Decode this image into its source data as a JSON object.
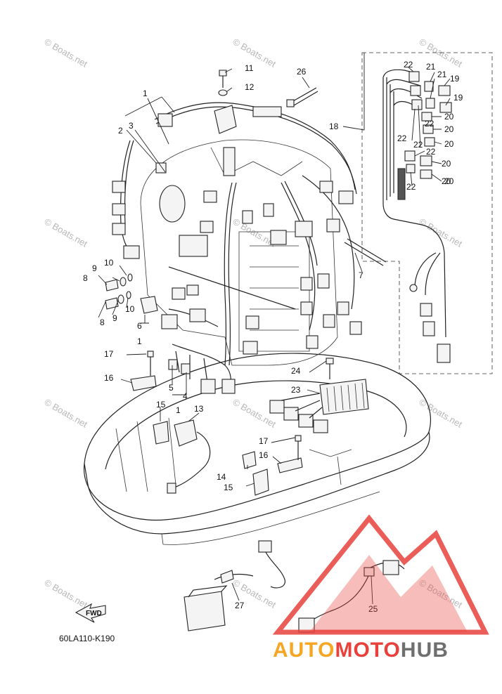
{
  "diagram_ref": "60LA110-K190",
  "fwd_label": "FWD",
  "watermark_text": "© Boats.net",
  "brand": {
    "part1": "AUTO",
    "part2": "MOTO",
    "part3": "HUB",
    "color_orange": "#f5a623",
    "color_red": "#e8413c",
    "color_gray": "#6f6f6f"
  },
  "callouts": [
    {
      "id": "c1a",
      "text": "1"
    },
    {
      "id": "c2",
      "text": "2"
    },
    {
      "id": "c3",
      "text": "3"
    },
    {
      "id": "c4",
      "text": "4"
    },
    {
      "id": "c5",
      "text": "5"
    },
    {
      "id": "c1b",
      "text": "1"
    },
    {
      "id": "c6",
      "text": "6"
    },
    {
      "id": "c1c",
      "text": "1"
    },
    {
      "id": "c7",
      "text": "7"
    },
    {
      "id": "c8a",
      "text": "8"
    },
    {
      "id": "c8b",
      "text": "8"
    },
    {
      "id": "c9a",
      "text": "9"
    },
    {
      "id": "c9b",
      "text": "9"
    },
    {
      "id": "c10a",
      "text": "10"
    },
    {
      "id": "c10b",
      "text": "10"
    },
    {
      "id": "c11",
      "text": "11"
    },
    {
      "id": "c12",
      "text": "12"
    },
    {
      "id": "c13",
      "text": "13"
    },
    {
      "id": "c14",
      "text": "14"
    },
    {
      "id": "c15a",
      "text": "15"
    },
    {
      "id": "c15b",
      "text": "15"
    },
    {
      "id": "c16a",
      "text": "16"
    },
    {
      "id": "c16b",
      "text": "16"
    },
    {
      "id": "c17a",
      "text": "17"
    },
    {
      "id": "c17b",
      "text": "17"
    },
    {
      "id": "c18",
      "text": "18"
    },
    {
      "id": "c19a",
      "text": "19"
    },
    {
      "id": "c19b",
      "text": "19"
    },
    {
      "id": "c20a",
      "text": "20"
    },
    {
      "id": "c20b",
      "text": "20"
    },
    {
      "id": "c20c",
      "text": "20"
    },
    {
      "id": "c20d",
      "text": "20"
    },
    {
      "id": "c20e",
      "text": "20"
    },
    {
      "id": "c20f",
      "text": "20"
    },
    {
      "id": "c21a",
      "text": "21"
    },
    {
      "id": "c21b",
      "text": "21"
    },
    {
      "id": "c22a",
      "text": "22"
    },
    {
      "id": "c22b",
      "text": "22"
    },
    {
      "id": "c22c",
      "text": "22"
    },
    {
      "id": "c22d",
      "text": "22"
    },
    {
      "id": "c22e",
      "text": "22"
    },
    {
      "id": "c22f",
      "text": "22"
    },
    {
      "id": "c23",
      "text": "23"
    },
    {
      "id": "c24",
      "text": "24"
    },
    {
      "id": "c25",
      "text": "25"
    },
    {
      "id": "c26",
      "text": "26"
    },
    {
      "id": "c27",
      "text": "27"
    }
  ]
}
